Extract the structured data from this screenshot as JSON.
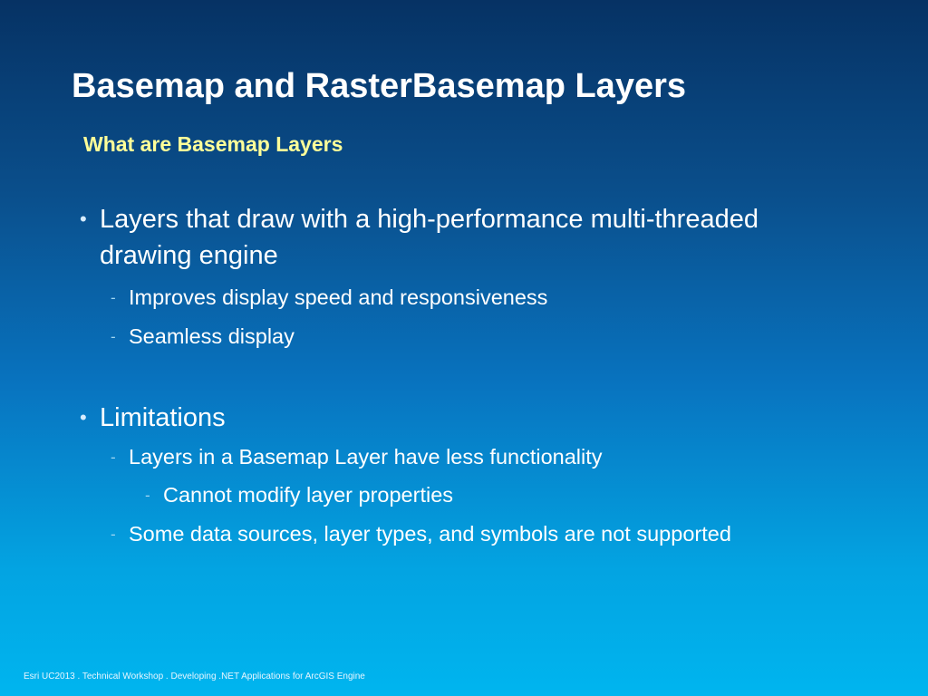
{
  "slide": {
    "title": "Basemap and RasterBasemap Layers",
    "subtitle": "What are Basemap Layers",
    "markers": {
      "bullet": "•",
      "dash": "-"
    },
    "items": [
      {
        "level": 1,
        "text": "Layers that draw with a high-performance multi-threaded drawing engine"
      },
      {
        "level": 2,
        "text": "Improves display speed and responsiveness"
      },
      {
        "level": 2,
        "text": "Seamless display"
      },
      {
        "level": 1,
        "text": "Limitations"
      },
      {
        "level": 2,
        "text": "Layers in a Basemap Layer have less functionality"
      },
      {
        "level": 3,
        "text": "Cannot modify layer properties"
      },
      {
        "level": 2,
        "text": "Some data sources, layer types, and symbols are not supported"
      }
    ],
    "footer": "Esri UC2013 . Technical Workshop . Developing .NET Applications for ArcGIS Engine"
  }
}
